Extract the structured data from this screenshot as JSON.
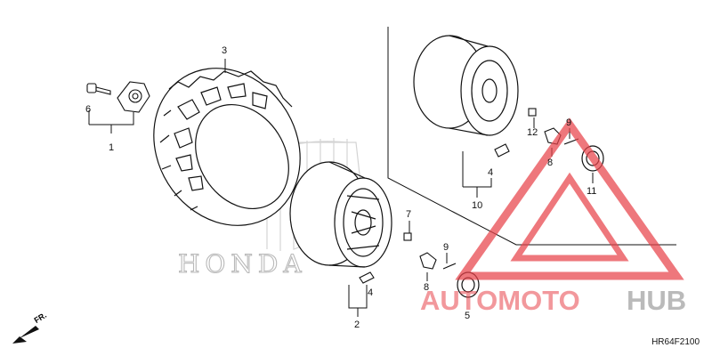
{
  "callouts": [
    {
      "id": "c1",
      "text": "1"
    },
    {
      "id": "c2",
      "text": "2"
    },
    {
      "id": "c3",
      "text": "3"
    },
    {
      "id": "c4a",
      "text": "4"
    },
    {
      "id": "c4b",
      "text": "4"
    },
    {
      "id": "c5",
      "text": "5"
    },
    {
      "id": "c6",
      "text": "6"
    },
    {
      "id": "c7",
      "text": "7"
    },
    {
      "id": "c8a",
      "text": "8"
    },
    {
      "id": "c8b",
      "text": "8"
    },
    {
      "id": "c9a",
      "text": "9"
    },
    {
      "id": "c9b",
      "text": "9"
    },
    {
      "id": "c10",
      "text": "10"
    },
    {
      "id": "c11",
      "text": "11"
    },
    {
      "id": "c12",
      "text": "12"
    }
  ],
  "diagram_code": "HR64F2100",
  "direction_label": "FR.",
  "honda_watermark": "HONDA",
  "brand_watermark": {
    "part1": "AUTOMOTO",
    "part2": "HUB"
  },
  "colors": {
    "line": "#111111",
    "watermark_red": "#e8434a",
    "watermark_gray": "#c8c8c8",
    "honda_gray": "#b9b9b9"
  }
}
